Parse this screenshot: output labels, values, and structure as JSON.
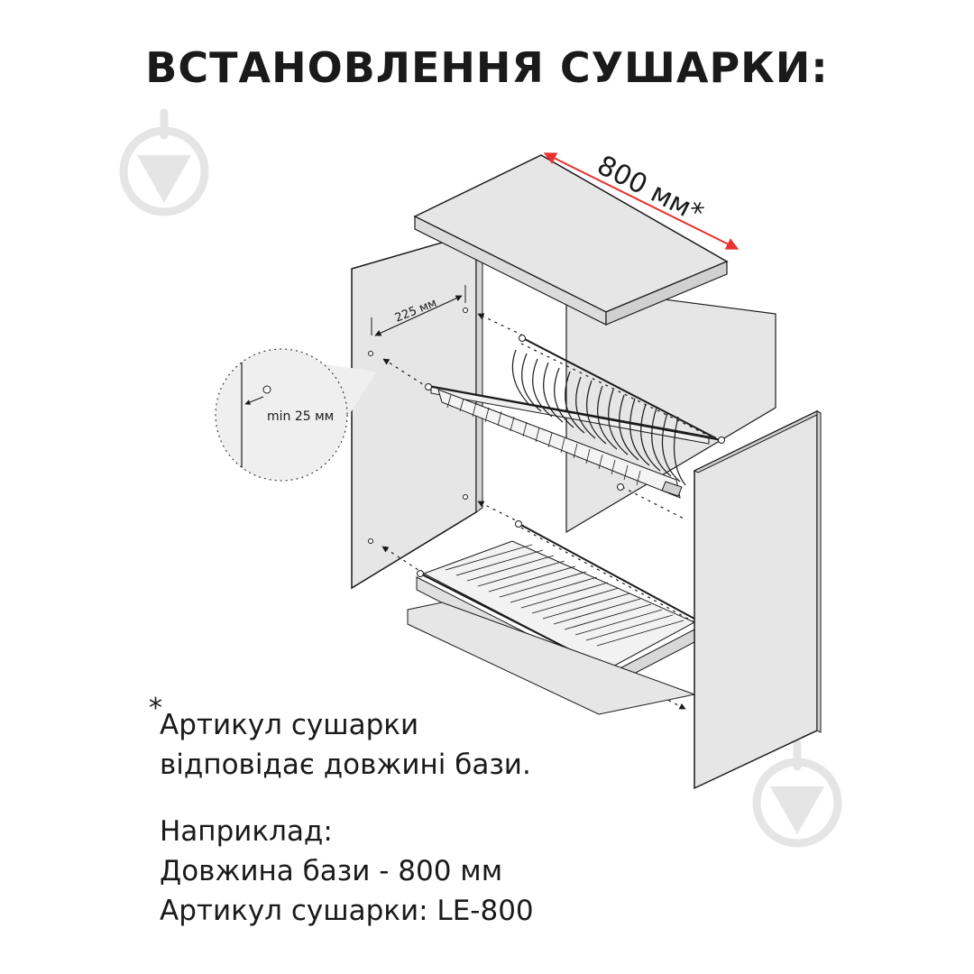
{
  "title": "ВСТАНОВЛЕННЯ СУШАРКИ:",
  "dimensions": {
    "width": "800 мм*",
    "hole_spacing": "225 мм",
    "min_offset": "min 25 мм"
  },
  "note": {
    "marker": "*",
    "line1": "Артикул сушарки",
    "line2": "відповідає довжині бази.",
    "example_label": "Наприклад:",
    "example_line1": "Довжина бази - 800 мм",
    "example_line2": "Артикул сушарки: LE-800"
  },
  "colors": {
    "panel": "#e6e6e6",
    "outline": "#1a1a1a",
    "dimension_arrow": "#e8322d",
    "watermark": "#e5e5e5"
  },
  "icons": [
    "watermark-logo-icon"
  ]
}
